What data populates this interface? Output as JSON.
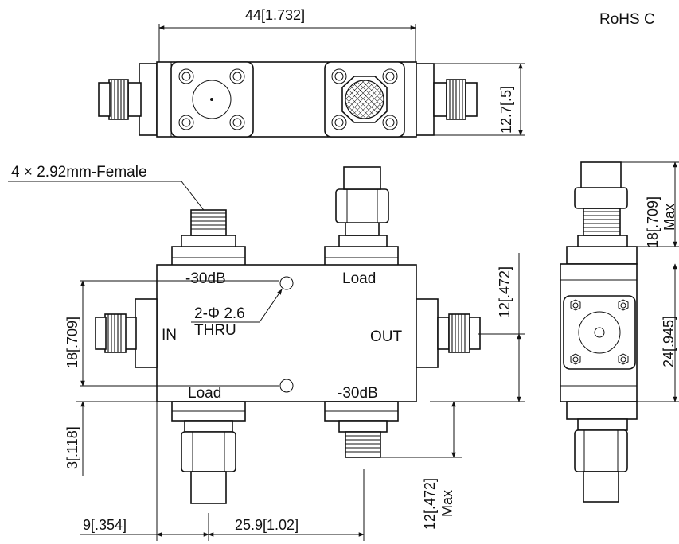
{
  "header": {
    "corner_text": "RoHS C"
  },
  "top_view": {
    "width_dim": "44[1.732]",
    "height_dim": "12.7[.5]"
  },
  "front_view": {
    "connector_note": "4 × 2.92mm-Female",
    "port_in": "IN",
    "port_out": "OUT",
    "coupled_top_left": "-30dB",
    "load_top_right": "Load",
    "load_bottom_left": "Load",
    "coupled_bottom_right": "-30dB",
    "hole_note_line1": "2-Φ 2.6",
    "hole_note_line2": "THRU",
    "dim_left_height": "18[.709]",
    "dim_right_height": "12[.472]",
    "dim_bottom_offset": "3[.118]",
    "dim_bottom_left": "9[.354]",
    "dim_bottom_span": "25.9[1.02]",
    "dim_connector_max_1": "12[.472]",
    "dim_connector_max_2": "Max"
  },
  "side_view": {
    "dim_top_1": "18[.709]",
    "dim_top_2": "Max",
    "dim_body": "24[.945]"
  }
}
